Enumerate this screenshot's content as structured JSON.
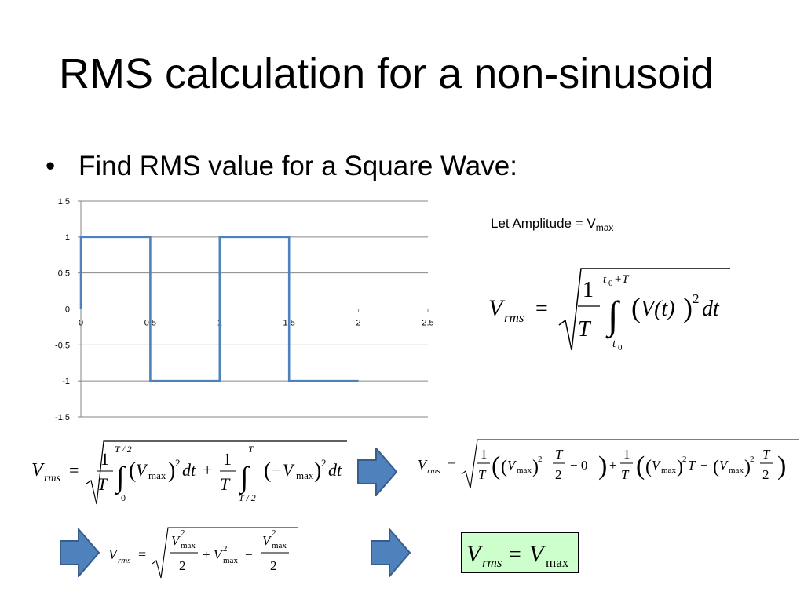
{
  "title": "RMS calculation for a non-sinusoid",
  "bullet": {
    "symbol": "•",
    "text": "Find RMS value for a Square Wave:"
  },
  "amplitude_note": {
    "text": "Let Amplitude = V",
    "subscript": "max"
  },
  "chart_data": {
    "type": "line",
    "series": [
      {
        "x": [
          0,
          0,
          0.5,
          0.5,
          1,
          1,
          1.5,
          1.5,
          2
        ],
        "y": [
          0,
          1,
          1,
          -1,
          -1,
          1,
          1,
          -1,
          -1
        ],
        "color": "#4f81bd"
      }
    ],
    "xlim": [
      0,
      2.5
    ],
    "ylim": [
      -1.5,
      1.5
    ],
    "x_ticks": [
      0,
      0.5,
      1,
      1.5,
      2,
      2.5
    ],
    "y_ticks": [
      -1.5,
      -1,
      -0.5,
      0,
      0.5,
      1,
      1.5
    ],
    "x_tick_labels": [
      "0",
      "0.5",
      "1",
      "1.5",
      "2",
      "2.5"
    ],
    "y_tick_labels": [
      "-1.5",
      "-1",
      "-0.5",
      "0",
      "0.5",
      "1",
      "1.5"
    ],
    "grid": "horizontal",
    "legend": "none"
  },
  "equations": {
    "definition": {
      "V": "V",
      "rms": "rms",
      "eq": "=",
      "one": "1",
      "T": "T",
      "upper_t0": "t",
      "upper_0": "0",
      "upper_plusT": "+T",
      "lower_t": "t",
      "lower_0": "0",
      "integrand": "V(t)",
      "power": "2",
      "dt": "dt"
    },
    "split": {
      "V": "V",
      "rms": "rms",
      "eq": "=",
      "one": "1",
      "T": "T",
      "upper1": "T / 2",
      "lower1": "0",
      "term1": "V",
      "max": "max",
      "power": "2",
      "dt": "dt",
      "plus": "+",
      "upper2": "T",
      "lower2": "T / 2",
      "term2_minus": "−V"
    },
    "evaluated": {
      "V": "V",
      "rms": "rms",
      "eq": "=",
      "one": "1",
      "T": "T",
      "vmax": "V",
      "max": "max",
      "power": "2",
      "two": "2",
      "minus_zero": "− 0",
      "plus": "+",
      "minus": "−"
    },
    "simplified": {
      "V": "V",
      "rms": "rms",
      "eq": "=",
      "vmax": "V",
      "max": "max",
      "power": "2",
      "two": "2",
      "plus": "+",
      "minus": "−"
    },
    "result": {
      "V": "V",
      "rms": "rms",
      "eq": "=",
      "vmax": "V",
      "max": "max"
    }
  },
  "colors": {
    "arrow_fill": "#4f81bd",
    "arrow_stroke": "#385d8a",
    "result_fill": "#ccffcc",
    "waveform": "#4f81bd",
    "grid": "#868686"
  }
}
